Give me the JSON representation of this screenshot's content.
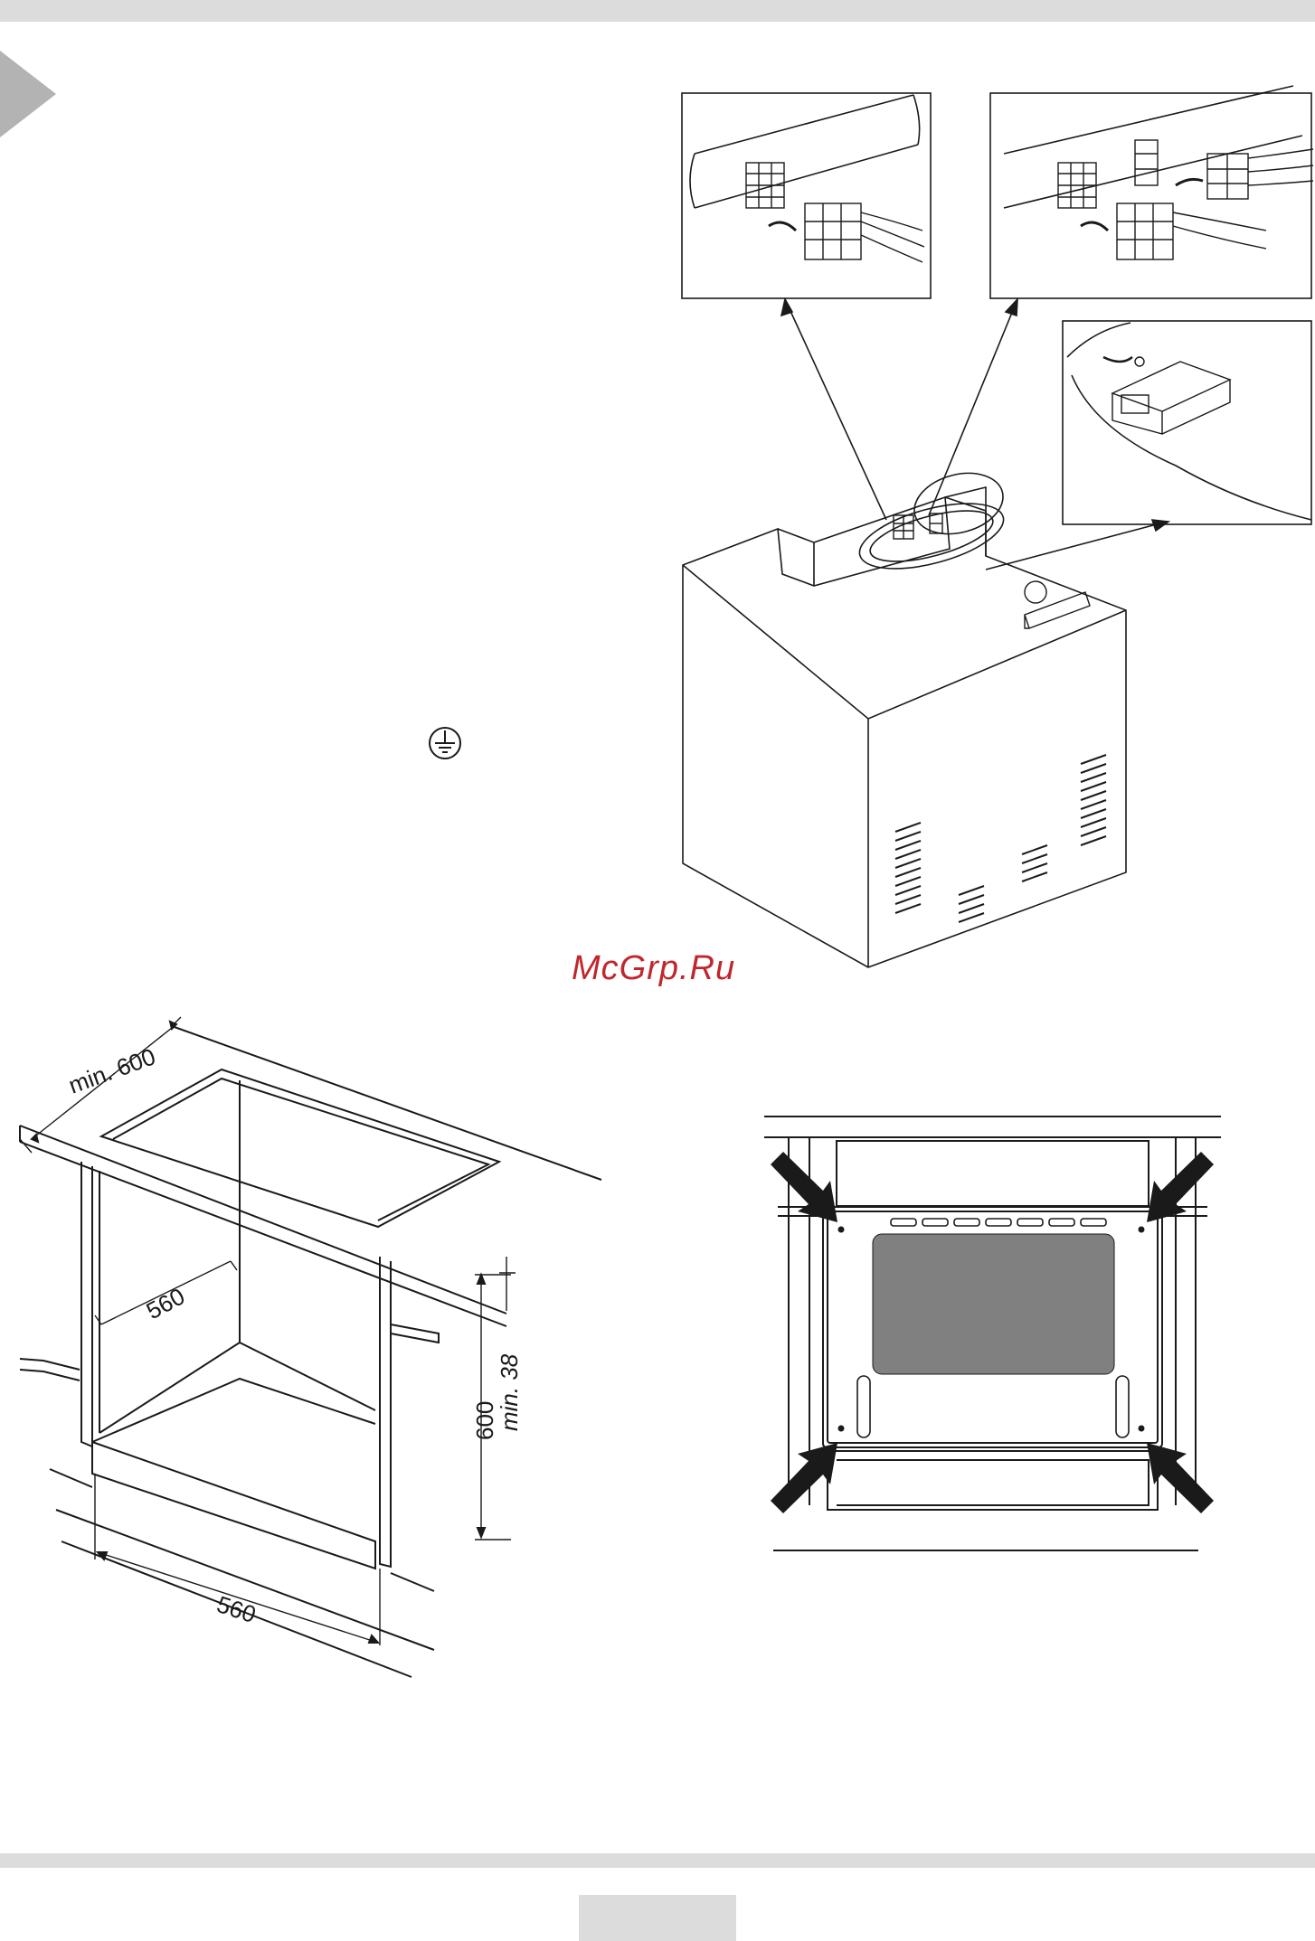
{
  "watermark": {
    "text": "McGrp.Ru",
    "color": "#c0272d"
  },
  "icons": {
    "section_marker": "play-triangle",
    "earth_symbol": "protective-earth-ground"
  },
  "niche_dimensions": {
    "depth_min": "min. 600",
    "inner_depth": "560",
    "height": "600",
    "gap_min": "min. 38",
    "width": "560"
  },
  "colors": {
    "band_gray": "#dcdcdc",
    "line": "#1a1a1a",
    "oven_window": "#808080"
  }
}
